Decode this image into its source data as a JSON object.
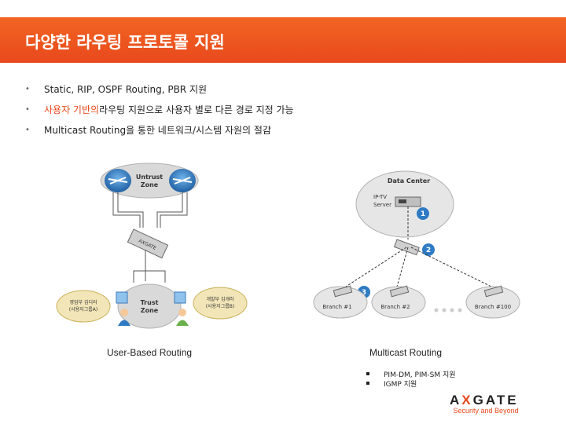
{
  "title": "다양한 라우팅 프로토콜 지원",
  "bullets": [
    {
      "text": "Static, RIP, OSPF Routing, PBR 지원"
    },
    {
      "highlight": "사용자 기반의",
      "rest": " 라우팅 지원으로 사용자 별로 다른 경로 지정 가능"
    },
    {
      "text": "Multicast Routing을 통한 네트워크/시스템 자원의 절감"
    }
  ],
  "left_diagram": {
    "untrust_zone": "Untrust Zone",
    "untrust_line1": "Untrust",
    "untrust_line2": "Zone",
    "trust_line1": "Trust",
    "trust_line2": "Zone",
    "group_a_line1": "영업부 김디러",
    "group_a_line2": "(사용자그룹A)",
    "group_b_line1": "개발부 김개러",
    "group_b_line2": "(사용자그룹B)",
    "device_label": "AXGATE",
    "caption": "User-Based Routing"
  },
  "right_diagram": {
    "data_center": "Data Center",
    "iptv_line1": "IP-TV",
    "iptv_line2": "Server",
    "branch1": "Branch #1",
    "branch2": "Branch #2",
    "branch100": "Branch #100",
    "step1": "1",
    "step2": "2",
    "step3": "3",
    "caption": "Multicast Routing",
    "sub_items": [
      "PIM-DM, PIM-SM 지원",
      "IGMP 지원"
    ]
  },
  "logo": {
    "part1": "A",
    "part2": "X",
    "part3": "GATE",
    "tagline": "Security and Beyond"
  },
  "colors": {
    "accent": "#e8491d",
    "router_blue": "#2e7bc4",
    "zone_gray": "#d9d9d9"
  }
}
